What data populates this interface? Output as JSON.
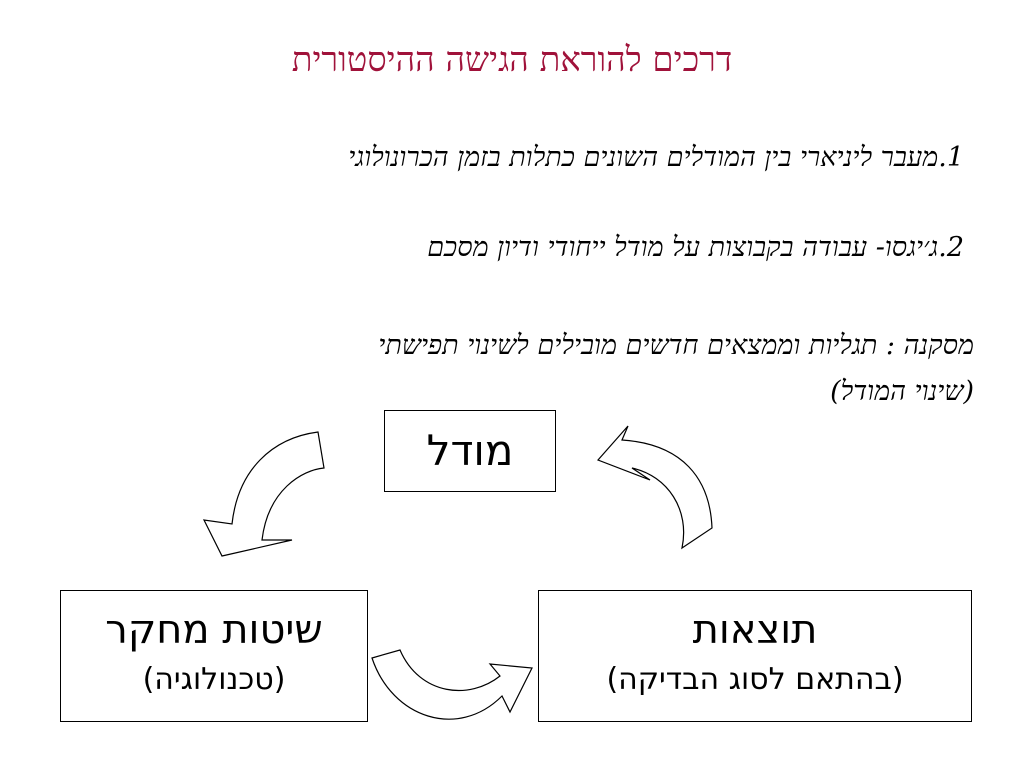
{
  "title": "דרכים להוראת הגישה ההיסטורית",
  "lines": [
    "1.מעבר ליניארי בין המודלים השונים כתלות בזמן הכרונולוגי",
    "2.ג׳יגסו- עבודה בקבוצות על מודל ייחודי ודיון מסכם",
    "מסקנה : תגליות וממצאים חדשים מובילים  לשינוי תפישתי",
    "(שינוי המודל)"
  ],
  "boxes": {
    "model": {
      "label": "מודל"
    },
    "methods": {
      "label": "שיטות מחקר",
      "sub": "(טכנולוגיה)"
    },
    "results": {
      "label": "תוצאות",
      "sub": "(בהתאם לסוג הבדיקה)"
    }
  },
  "icons": [
    "curved-arrow-icon"
  ]
}
